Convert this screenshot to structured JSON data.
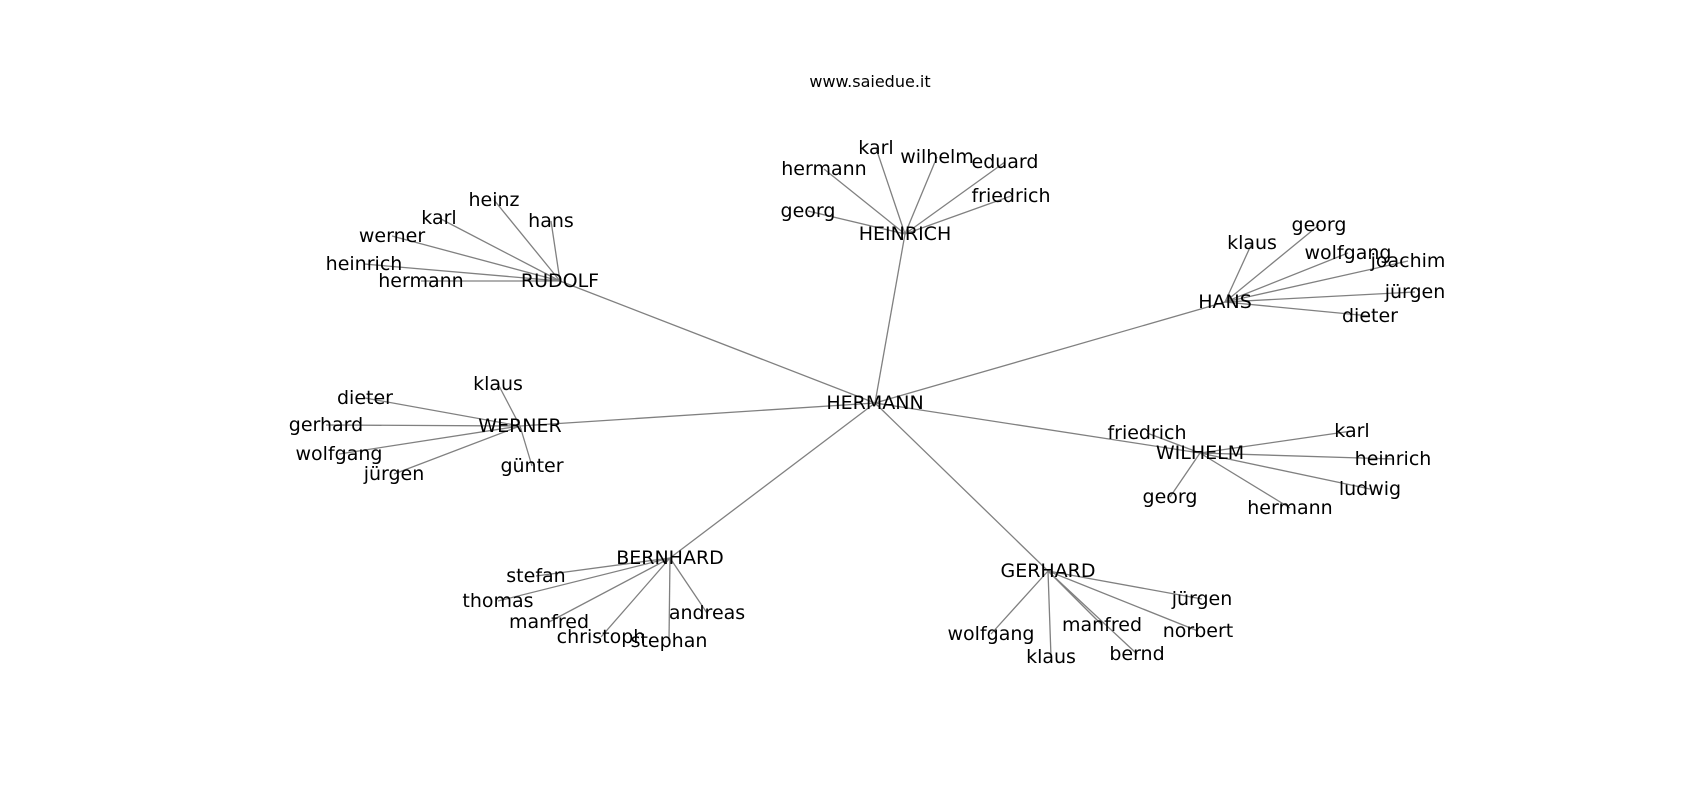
{
  "header": {
    "site": "www.saiedue.it"
  },
  "graph": {
    "root": "HERMANN",
    "groups": [
      {
        "name": "HEINRICH",
        "children": [
          "karl",
          "wilhelm",
          "eduard",
          "hermann",
          "friedrich",
          "georg"
        ]
      },
      {
        "name": "RUDOLF",
        "children": [
          "heinz",
          "karl",
          "hans",
          "werner",
          "heinrich",
          "hermann"
        ]
      },
      {
        "name": "HANS",
        "children": [
          "georg",
          "klaus",
          "wolfgang",
          "joachim",
          "jürgen",
          "dieter"
        ]
      },
      {
        "name": "WERNER",
        "children": [
          "klaus",
          "dieter",
          "gerhard",
          "wolfgang",
          "jürgen",
          "günter"
        ]
      },
      {
        "name": "WILHELM",
        "children": [
          "friedrich",
          "karl",
          "heinrich",
          "ludwig",
          "georg",
          "hermann"
        ]
      },
      {
        "name": "BERNHARD",
        "children": [
          "stefan",
          "thomas",
          "manfred",
          "christoph",
          "stephan",
          "andreas"
        ]
      },
      {
        "name": "GERHARD",
        "children": [
          "jürgen",
          "manfred",
          "norbert",
          "wolfgang",
          "klaus",
          "bernd"
        ]
      }
    ]
  }
}
